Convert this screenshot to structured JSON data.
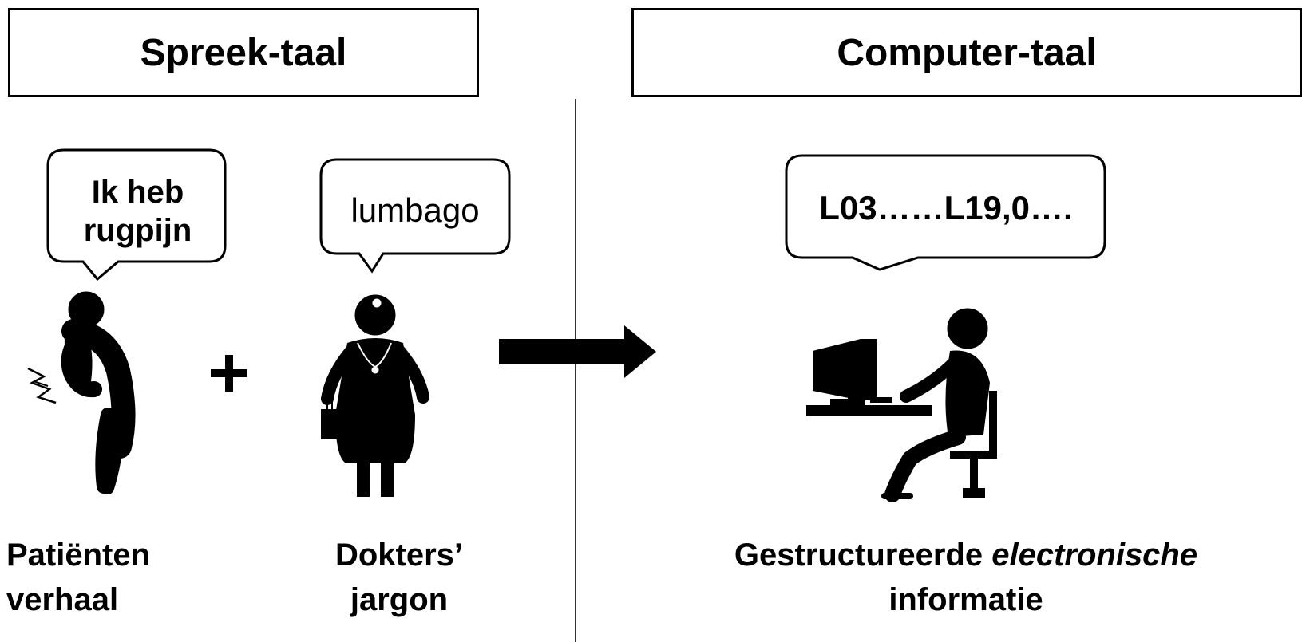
{
  "headers": {
    "left": "Spreek-taal",
    "right": "Computer-taal"
  },
  "bubbles": {
    "patient": "Ik heb\nrugpijn",
    "doctor": "lumbago",
    "computer": "L03……L19,0…."
  },
  "captions": {
    "patient": "Patiënten\nverhaal",
    "doctor": "Dokters’\njargon",
    "computer_main": "Gestructureerde ",
    "computer_emph": "electronische",
    "computer_line2": "informatie"
  },
  "operator": "+",
  "icons": [
    "patient-back-pain-icon",
    "doctor-icon",
    "arrow-right-icon",
    "person-at-computer-icon"
  ],
  "colors": {
    "ink": "#000000",
    "background": "#ffffff"
  }
}
